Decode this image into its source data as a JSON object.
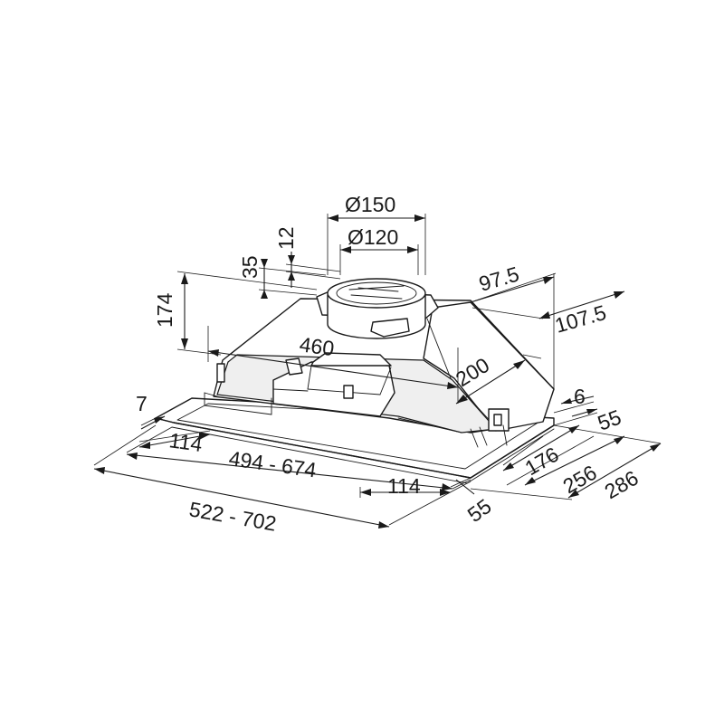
{
  "dimensions": {
    "outlet_outer_diameter": "Ø150",
    "outlet_inner_diameter": "Ø120",
    "collar_height_small": "12",
    "collar_height": "35",
    "total_height": "174",
    "body_width": "460",
    "body_depth": "200",
    "top_depth": "97.5",
    "top_depth_outer": "107.5",
    "frame_thickness": "7",
    "side_offset_left": "114",
    "side_offset_right": "114",
    "inner_width_range": "494 - 674",
    "outer_width_range": "522 - 702",
    "edge_small": "6",
    "edge_55_top": "55",
    "edge_55_bottom": "55",
    "depth_176": "176",
    "depth_256": "256",
    "depth_286": "286"
  }
}
